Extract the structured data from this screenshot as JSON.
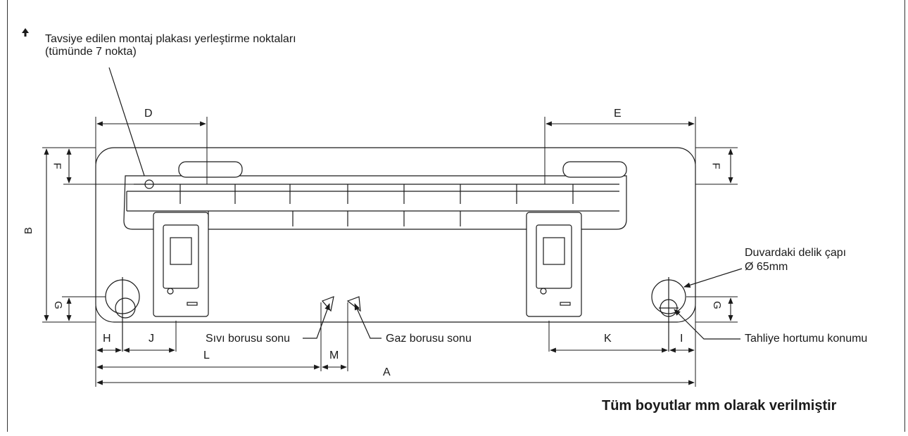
{
  "legend": {
    "marker_icon": "arrow-up-marker",
    "line1": "Tavsiye edilen montaj plakası yerleştirme noktaları",
    "line2": "(tümünde 7 nokta)"
  },
  "dimensions": {
    "A": "A",
    "B": "B",
    "D": "D",
    "E": "E",
    "F": "F",
    "G": "G",
    "H": "H",
    "I": "I",
    "J": "J",
    "K": "K",
    "L": "L",
    "M": "M"
  },
  "callouts": {
    "hole_line1": "Duvardaki delik çapı",
    "hole_line2": "Ø 65mm",
    "drain": "Tahliye hortumu konumu",
    "liquid_pipe": "Sıvı borusu sonu",
    "gas_pipe": "Gaz borusu sonu"
  },
  "note": "Tüm boyutlar mm olarak verilmiştir",
  "colors": {
    "line": "#1a1a1a",
    "background": "#ffffff"
  }
}
